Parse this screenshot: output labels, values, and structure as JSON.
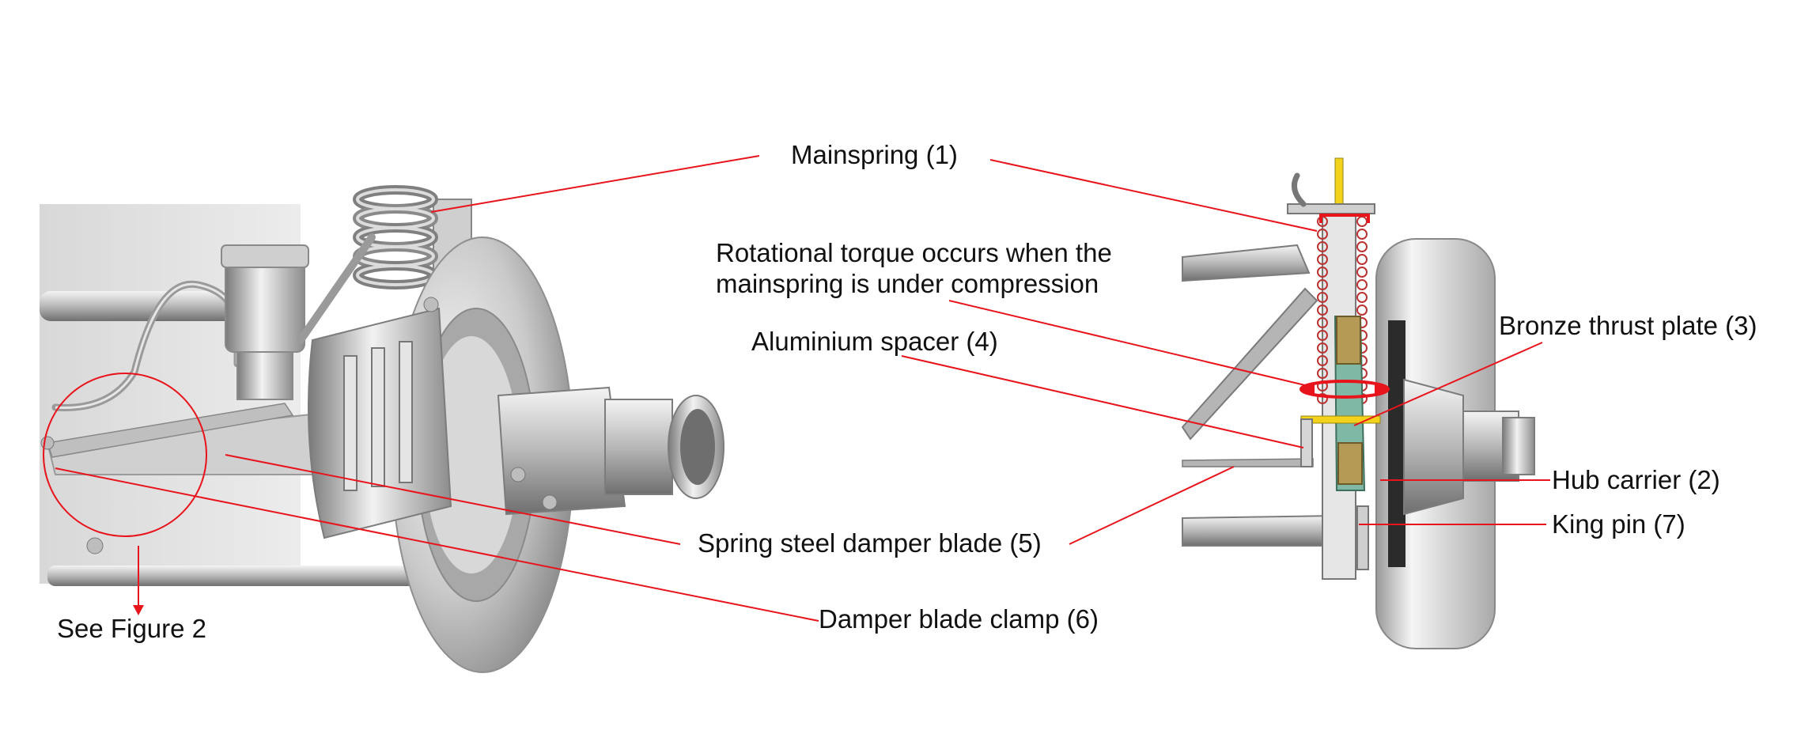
{
  "labels": {
    "mainspring": "Mainspring (1)",
    "torque_line1": "Rotational torque occurs when the",
    "torque_line2": "mainspring is under compression",
    "spacer": "Aluminium spacer (4)",
    "thrust_plate": "Bronze thrust plate (3)",
    "hub_carrier": "Hub carrier (2)",
    "king_pin": "King pin (7)",
    "damper_blade": "Spring steel damper blade (5)",
    "blade_clamp": "Damper blade clamp (6)",
    "see_figure": "See Figure 2"
  },
  "colors": {
    "leader": "#e8141c",
    "metal_light": "#e9e9e9",
    "metal_mid": "#bdbdbd",
    "metal_dark": "#7a7a7a",
    "cutaway_green": "#7fb8a4",
    "spacer_yellow": "#f2d21b",
    "bronze": "#b59a55"
  }
}
